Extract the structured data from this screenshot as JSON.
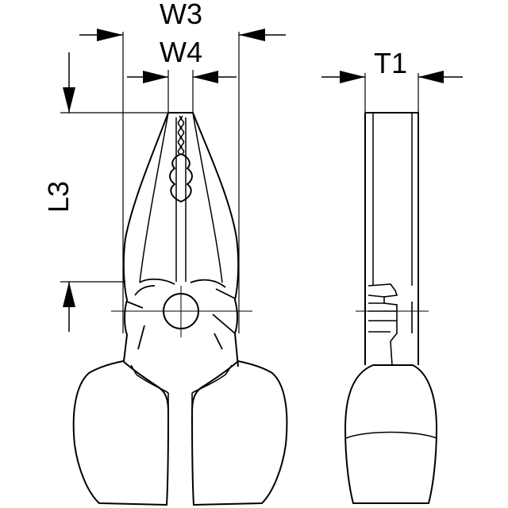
{
  "dimensions": {
    "w3": "W3",
    "w4": "W4",
    "t1": "T1",
    "l3": "L3"
  },
  "colors": {
    "line": "#000000",
    "background": "#ffffff"
  }
}
